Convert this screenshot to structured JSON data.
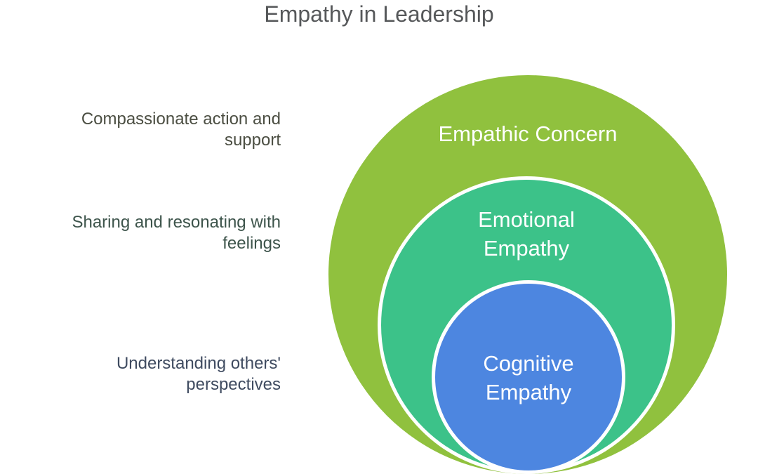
{
  "title": "Empathy in Leadership",
  "diagram": {
    "type": "nested-circles",
    "background_color": "#ffffff",
    "title_color": "#56585a",
    "ring_border_color": "#ffffff",
    "rings": [
      {
        "label": "Empathic Concern",
        "description": "Compassionate action and support",
        "fill_color": "#90c13e",
        "label_color": "#ffffff",
        "description_color": "#4b4e42"
      },
      {
        "label": "Emotional Empathy",
        "description": "Sharing and resonating with feelings",
        "fill_color": "#3cc289",
        "label_color": "#ffffff",
        "description_color": "#3d544b"
      },
      {
        "label": "Cognitive Empathy",
        "description": "Understanding others' perspectives",
        "fill_color": "#4d86e0",
        "label_color": "#ffffff",
        "description_color": "#3f4b60"
      }
    ]
  }
}
